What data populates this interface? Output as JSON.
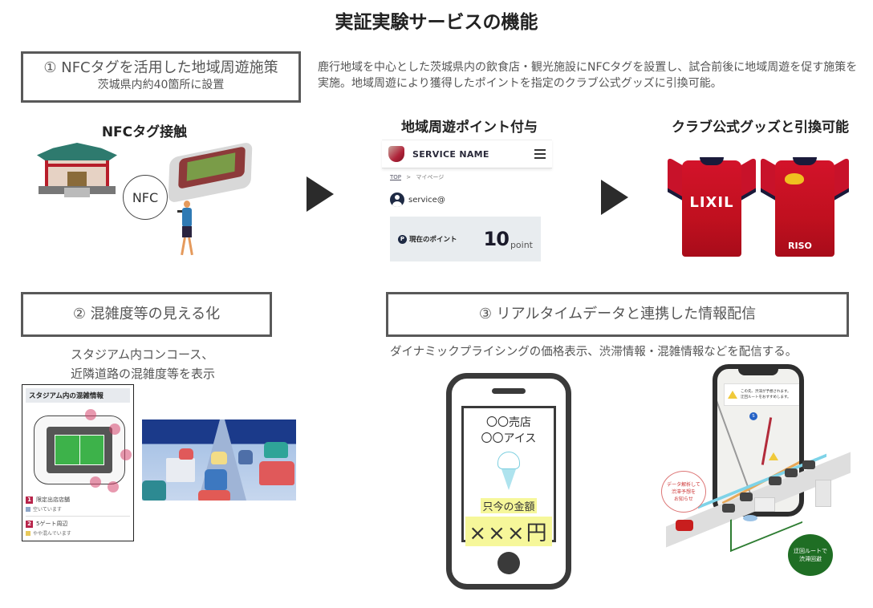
{
  "page": {
    "title": "実証実験サービスの機能"
  },
  "section1": {
    "box_title": "① NFCタグを活用した地域周遊施策",
    "box_subtitle": "茨城県内約40箇所に設置",
    "description": "鹿行地域を中心とした茨城県内の飲食店・観光施設にNFCタグを設置し、試合前後に地域周遊を促す施策を実施。地域周遊により獲得したポイントを指定のクラブ公式グッズに引換可能。",
    "steps": [
      {
        "title": "NFCタグ接触",
        "nfc_label": "NFC"
      },
      {
        "title": "地域周遊ポイント付与"
      },
      {
        "title": "クラブ公式グッズと引換可能"
      }
    ],
    "app": {
      "service_name": "SERVICE NAME",
      "breadcrumb_top": "TOP",
      "breadcrumb_sep": ">",
      "breadcrumb_current": "マイページ",
      "user": "service@",
      "point_icon": "P",
      "point_label": "現在のポイント",
      "point_value": "10",
      "point_unit": "point"
    },
    "goods": {
      "front_sponsor": "LIXIL",
      "back_sponsor": "RISO"
    }
  },
  "section2": {
    "box_title": "② 混雑度等の見える化",
    "description_line1": "スタジアム内コンコース、",
    "description_line2": "近隣道路の混雑度等を表示",
    "card": {
      "header": "スタジアム内の混雑情報",
      "items": [
        {
          "num": "1",
          "label": "限定出店店舗",
          "status": "空いています",
          "status_color": "#8fa6c8"
        },
        {
          "num": "2",
          "label": "5ゲート周辺",
          "status": "やや混んでいます",
          "status_color": "#e8c85a"
        }
      ],
      "map_markers": [
        "1",
        "2",
        "3",
        "4",
        "5"
      ]
    }
  },
  "section3": {
    "box_title": "③ リアルタイムデータと連携した情報配信",
    "description": "ダイナミックプライシングの価格表示、渋滞情報・混雑情報などを配信する。",
    "price_phone": {
      "shop": "〇〇売店",
      "item": "〇〇アイス",
      "price_label": "只今の金額",
      "price_value": "×××円"
    },
    "nav_phone": {
      "alert_line1": "この先、渋滞が予想されます。",
      "alert_line2": "迂回ルートをおすすめします。",
      "pin_label": "S",
      "bubble_pink_line1": "データ解析して",
      "bubble_pink_line2": "渋滞予想を",
      "bubble_pink_line3": "お知らせ",
      "bubble_green_line1": "迂回ルートで",
      "bubble_green_line2": "渋滞回避"
    }
  },
  "colors": {
    "box_border": "#595959",
    "arrow": "#2b2b2b",
    "jersey_red": "#c8122a",
    "highlight_yellow": "#f6f79a",
    "route_green": "#1f6e24"
  }
}
